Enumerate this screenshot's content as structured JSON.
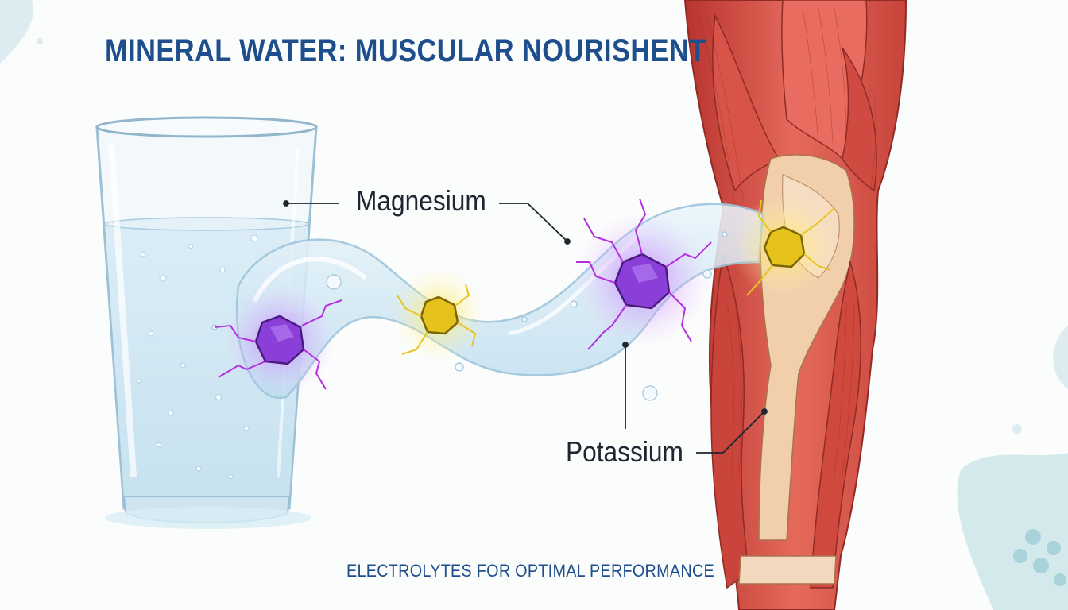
{
  "title": "MINERAL WATER: MUSCULAR NOURISHENT",
  "labels": {
    "magnesium": "Magnesium",
    "potassium": "Potassium"
  },
  "subtitle": "ELECTROLYTES FOR OPTIMAL PERFORMANCE",
  "colors": {
    "title": "#1f4e8c",
    "magnesium_ion": "#8a3fd8",
    "potassium_ion": "#e6c21c",
    "muscle": "#d9594f",
    "tendon": "#efc9a3",
    "water": "#cfe6f2"
  },
  "icons": [
    "water-glass",
    "water-stream",
    "magnesium-ion",
    "potassium-ion",
    "leg-muscle"
  ]
}
